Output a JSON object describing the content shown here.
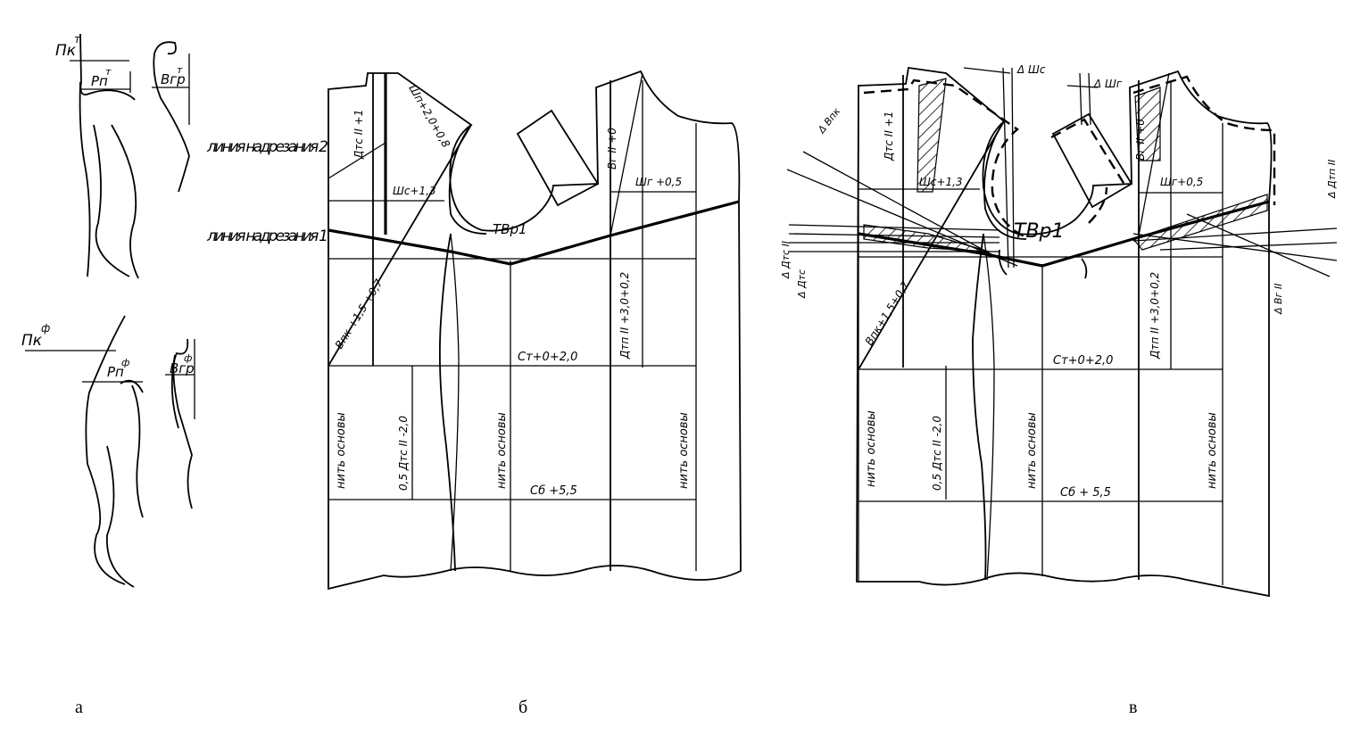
{
  "panels": {
    "a": {
      "caption": "а",
      "labels": {
        "pk_t": "Пк",
        "pk_t_sup": "т",
        "pp_t": "Рп",
        "pp_t_sup": "т",
        "vgr_t": "Вгр",
        "vgr_t_sup": "т",
        "pk_f": "Пк",
        "pk_f_sup": "ф",
        "pp_f": "Рп",
        "pp_f_sup": "ф",
        "vgr_f": "Вгр",
        "vgr_f_sup": "ф"
      }
    },
    "b": {
      "caption": "б",
      "labels": {
        "cut_line_2": "линия надрезания 2",
        "cut_line_1": "линия надрезания 1",
        "dtc": "Дтс II +1",
        "shp": "Шп+2,0+0,8",
        "shs": "Шс+1,3",
        "tvr": "ТВр1",
        "vg": "Вг II +0",
        "shg": "Шг +0,5",
        "vpk": "Впк +1,5 +0,7",
        "dtp": "Дтп II +3,0+0,2",
        "st": "Ст+0+2,0",
        "grain": "нить основы",
        "half_dtc": "0,5 Дтс II -2,0",
        "sb": "Сб +5,5"
      }
    },
    "c": {
      "caption": "в",
      "labels": {
        "d_vpk": "Δ Впк",
        "d_shs": "Δ Шс",
        "d_shg": "Δ Шг",
        "d_dtp": "Δ Дтп II",
        "d_dtc": "Δ Дтс II",
        "d_dtc2": "Δ Дтс",
        "d_vg": "Δ Вг II",
        "dtc": "Дтс II +1",
        "shs": "Шс+1,3",
        "tvr": "ТВр1",
        "vg": "Вг II +0",
        "shg": "Шг+0,5",
        "vpk": "Впк+1,5+0,7",
        "dtp": "Дтп II +3,0+0,2",
        "st": "Ст+0+2,0",
        "grain": "нить основы",
        "half_dtc": "0,5 Дтс II -2,0",
        "sb": "Сб + 5,5"
      }
    }
  },
  "colors": {
    "ink": "#000000",
    "paper": "#ffffff",
    "hatch": "#000000"
  }
}
